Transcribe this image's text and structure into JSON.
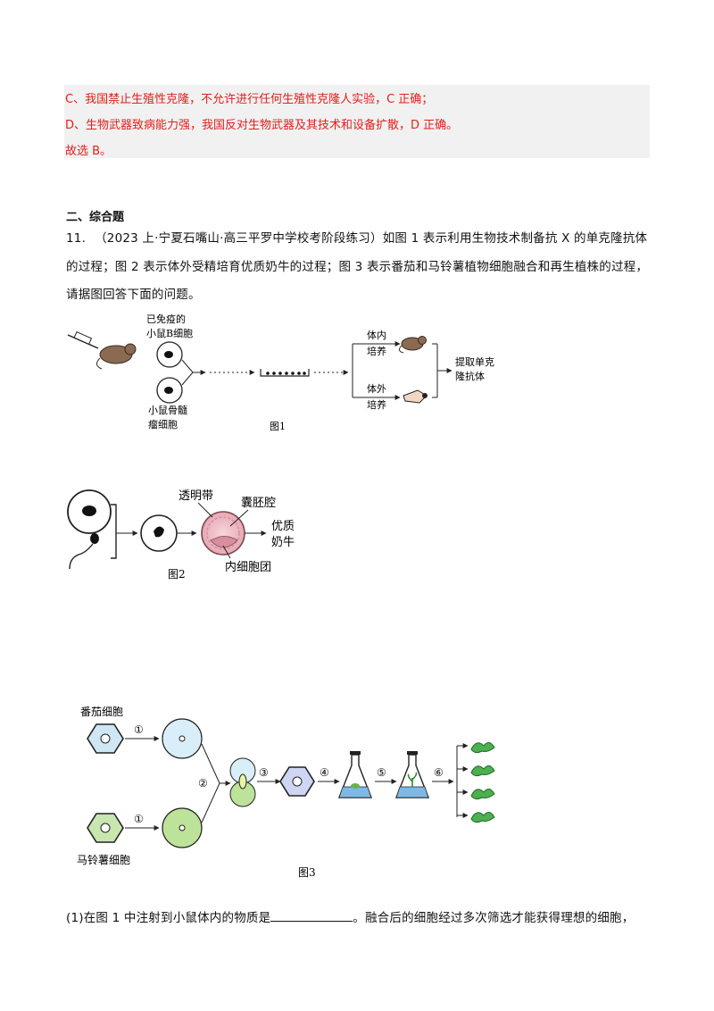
{
  "answer": {
    "lines": [
      "C、我国禁止生殖性克隆，不允许进行任何生殖性克隆人实验，C 正确；",
      "D、生物武器致病能力强，我国反对生物武器及其技术和设备扩散，D 正确。",
      "故选 B。"
    ],
    "color": "#e0201c",
    "background": "#f1f1f1"
  },
  "section": {
    "heading": "二、综合题"
  },
  "question": {
    "number": "11.",
    "source": "（2023 上·宁夏石嘴山·高三平罗中学校考阶段练习）如图 1 表示利用生物技术制备抗 X 的单克隆抗体",
    "line2": "的过程；图 2 表示体外受精培育优质奶牛的过程；图 3 表示番茄和马铃薯植物细胞融合和再生植株的过程，",
    "line3": "请据图回答下面的问题。",
    "sub1_prefix": "(1)在图 1 中注射到小鼠体内的物质是",
    "sub1_suffix": "。融合后的细胞经过多次筛选才能获得理想的细胞，"
  },
  "figure1": {
    "caption": "图1",
    "label_b_cell_1": "已免疫的",
    "label_b_cell_2": "小鼠B细胞",
    "label_myeloma_1": "小鼠骨髓",
    "label_myeloma_2": "瘤细胞",
    "label_invivo_1": "体内",
    "label_invivo_2": "培养",
    "label_invitro_1": "体外",
    "label_invitro_2": "培养",
    "label_extract_1": "提取单克",
    "label_extract_2": "隆抗体"
  },
  "figure2": {
    "caption": "图2",
    "label_zona": "透明带",
    "label_blastocoel": "囊胚腔",
    "label_icm": "内细胞团",
    "label_cow_1": "优质",
    "label_cow_2": "奶牛"
  },
  "figure3": {
    "caption": "图3",
    "label_tomato": "番茄细胞",
    "label_potato": "马铃薯细胞",
    "steps": [
      "①",
      "①",
      "②",
      "③",
      "④",
      "⑤",
      "⑥"
    ]
  }
}
